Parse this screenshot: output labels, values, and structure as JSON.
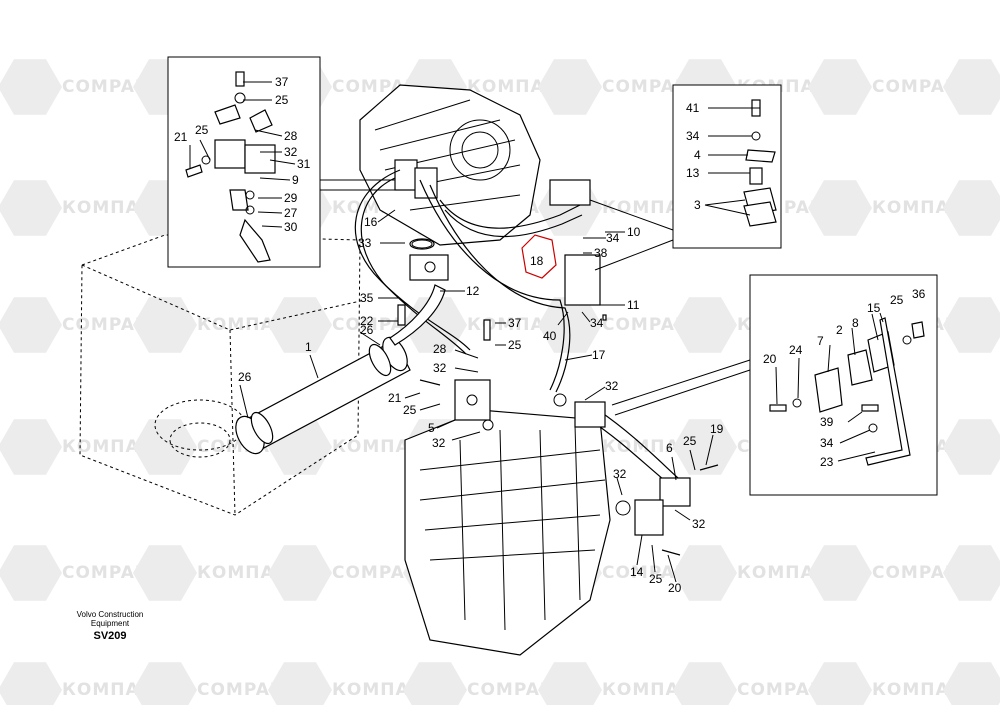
{
  "watermarks": {
    "cyrillic": "КОМПАРТ",
    "latin": "COMPART"
  },
  "footer": {
    "company": "Volvo Construction",
    "subtitle": "Equipment",
    "code": "SV209"
  },
  "highlight_color": "#cc0000",
  "labels": {
    "l1": "1",
    "l2": "2",
    "l3": "3",
    "l4": "4",
    "l5": "5",
    "l6": "6",
    "l7": "7",
    "l8": "8",
    "l9": "9",
    "l10": "10",
    "l11": "11",
    "l12": "12",
    "l13": "13",
    "l14": "14",
    "l15": "15",
    "l16": "16",
    "l17": "17",
    "l18": "18",
    "l19": "19",
    "l20a": "20",
    "l20b": "20",
    "l21a": "21",
    "l21b": "21",
    "l22": "22",
    "l23": "23",
    "l24": "24",
    "l25a": "25",
    "l25b": "25",
    "l25c": "25",
    "l25d": "25",
    "l25e": "25",
    "l25f": "25",
    "l25g": "25",
    "l26a": "26",
    "l26b": "26",
    "l27": "27",
    "l28a": "28",
    "l28b": "28",
    "l29": "29",
    "l30": "30",
    "l31": "31",
    "l32a": "32",
    "l32b": "32",
    "l32c": "32",
    "l32d": "32",
    "l32e": "32",
    "l32f": "32",
    "l33": "33",
    "l34a": "34",
    "l34b": "34",
    "l34c": "34",
    "l34d": "34",
    "l35": "35",
    "l36": "36",
    "l37a": "37",
    "l37b": "37",
    "l38": "38",
    "l39": "39",
    "l40": "40",
    "l41": "41"
  }
}
